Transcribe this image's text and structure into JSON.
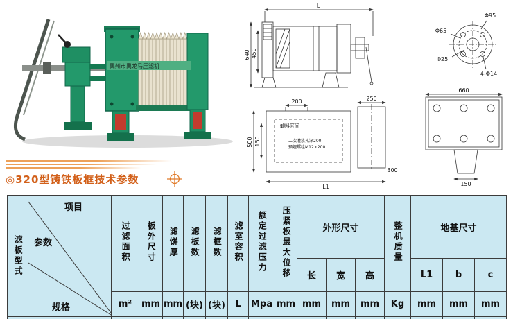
{
  "machine": {
    "brand": "禹州市禹龙马压滤机"
  },
  "heading": {
    "title": "◎320型铸铁板框技术参数",
    "accent_color": "#d2601a"
  },
  "drawings": {
    "side_view": {
      "dim_length": "L",
      "dim_height_total": "640",
      "dim_height_body": "450"
    },
    "foundation_plan": {
      "dim_200": "200",
      "dim_500": "500",
      "dim_150": "150",
      "dim_250": "250",
      "dim_300": "300",
      "dim_L1": "L1",
      "label_discharge_zone": "卸料区间",
      "note_grout": "二次灌浆孔深200",
      "note_bolt": "预埋螺栓M12×200"
    },
    "flange_view": {
      "dia_outer": "Φ95",
      "dia_bolt_circle": "Φ65",
      "dia_center": "Φ25",
      "bolt_holes": "4-Φ14"
    },
    "base_view": {
      "dim_660": "660",
      "dim_150": "150"
    }
  },
  "table": {
    "bg_color": "#cbe8f2",
    "plate_type_label": "滤板型式",
    "corner": {
      "item": "项目",
      "param": "参数",
      "spec": "规格"
    },
    "vertical_headers": [
      "过滤面积",
      "板外尺寸",
      "滤饼厚",
      "滤板数",
      "滤框数",
      "滤室容积",
      "额定过滤压力",
      "压紧板最大位移"
    ],
    "overall_group": {
      "label": "外形尺寸",
      "subs": [
        "长",
        "宽",
        "高"
      ]
    },
    "weight_header": "整机质量",
    "foundation_group": {
      "label": "地基尺寸",
      "subs": [
        "L1",
        "b",
        "c"
      ]
    },
    "units": [
      "m²",
      "mm",
      "mm",
      "(块)",
      "(块)",
      "L",
      "Mpa",
      "mm",
      "mm",
      "mm",
      "mm",
      "Kg",
      "mm",
      "mm",
      "mm"
    ]
  }
}
